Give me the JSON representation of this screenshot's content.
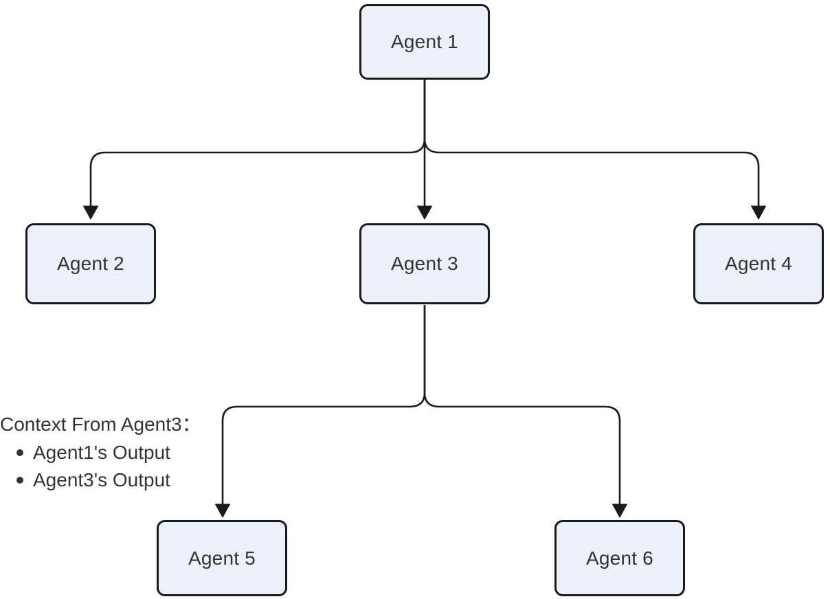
{
  "diagram": {
    "type": "flowchart-top-down",
    "nodes": [
      {
        "id": "agent1",
        "label": "Agent 1"
      },
      {
        "id": "agent2",
        "label": "Agent 2"
      },
      {
        "id": "agent3",
        "label": "Agent 3"
      },
      {
        "id": "agent4",
        "label": "Agent 4"
      },
      {
        "id": "agent5",
        "label": "Agent 5"
      },
      {
        "id": "agent6",
        "label": "Agent 6"
      }
    ],
    "edges": [
      {
        "from": "agent1",
        "to": "agent2"
      },
      {
        "from": "agent1",
        "to": "agent3"
      },
      {
        "from": "agent1",
        "to": "agent4"
      },
      {
        "from": "agent3",
        "to": "agent5"
      },
      {
        "from": "agent3",
        "to": "agent6"
      }
    ],
    "annotation": {
      "title": "Context From Agent3：",
      "items": [
        "Agent1's Output",
        "Agent3's Output"
      ]
    },
    "colors": {
      "node_fill": "#ECF0F9",
      "node_border": "#1A1A1A",
      "edge": "#1A1A1A",
      "text": "#333333",
      "background": "#FFFFFF"
    }
  }
}
